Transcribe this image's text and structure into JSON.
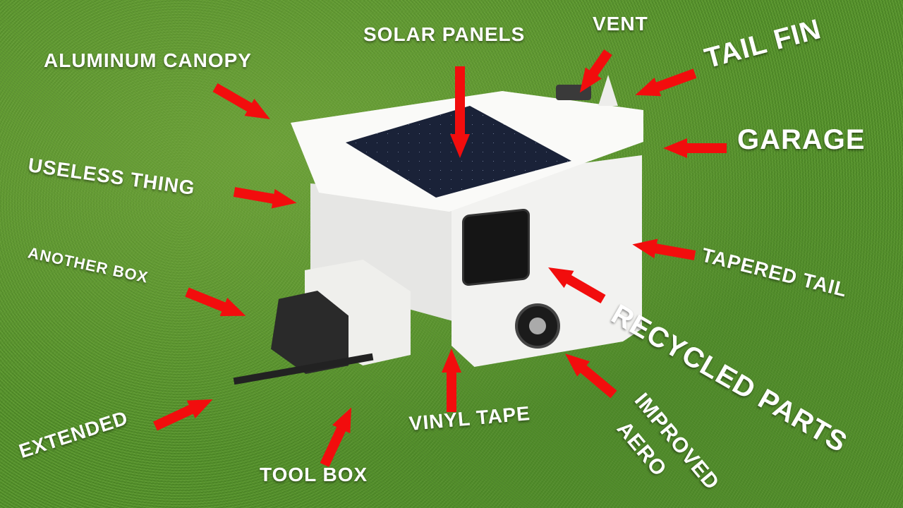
{
  "image": {
    "subject": "white DIY camper trailer on grass with annotation labels",
    "annotation_color": "#f20d0d",
    "label_color": "#ffffff"
  },
  "labels": {
    "aluminum_canopy": "ALUMINUM CANOPY",
    "solar_panels": "SOLAR PANELS",
    "vent": "VENT",
    "tail_fin": "TAIL FIN",
    "garage": "GARAGE",
    "useless_thing": "USELESS THING",
    "another_box": "ANOTHER BOX",
    "tapered_tail": "TAPERED TAIL",
    "recycled_parts": "RECYCLED PARTS",
    "improved": "IMPROVED",
    "aero": "AERO",
    "vinyl_tape": "VINYL TAPE",
    "tool_box": "TOOL BOX",
    "extended": "EXTENDED"
  }
}
